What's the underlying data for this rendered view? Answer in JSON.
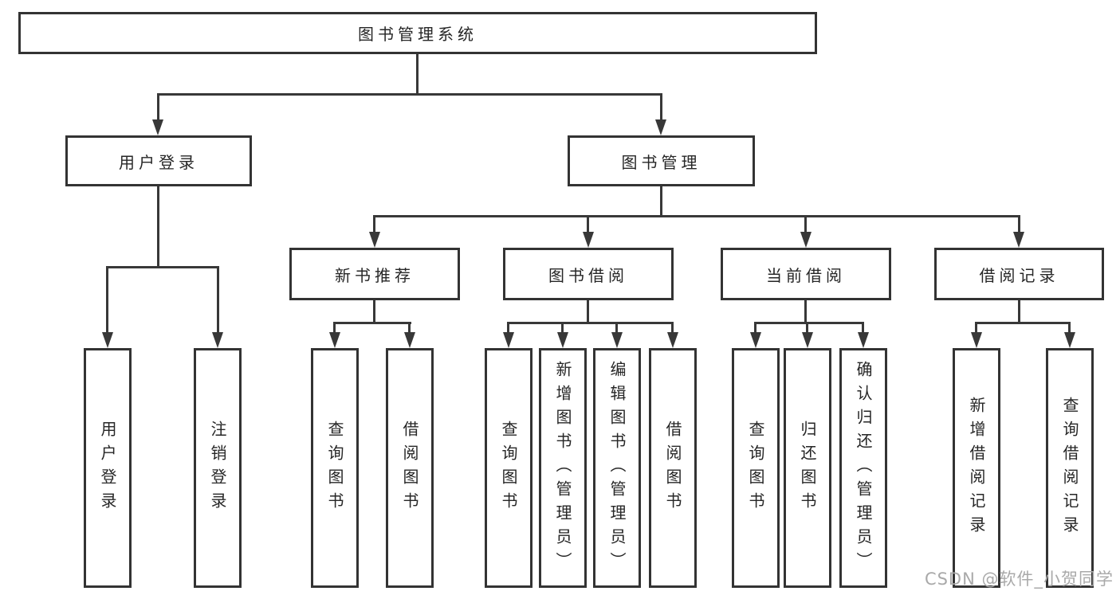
{
  "tree": {
    "root": "图书管理系统",
    "l2": [
      "用户登录",
      "图书管理"
    ],
    "l3": [
      "新书推荐",
      "图书借阅",
      "当前借阅",
      "借阅记录"
    ],
    "leaves": [
      "用户登录",
      "注销登录",
      "查询图书",
      "借阅图书",
      "查询图书",
      "新增图书（管理员）",
      "编辑图书（管理员）",
      "借阅图书",
      "查询图书",
      "归还图书",
      "确认归还（管理员）",
      "新增借阅记录",
      "查询借阅记录"
    ]
  },
  "watermark": "CSDN @软件_小贺同学",
  "colors": {
    "line": "#383838",
    "box_border": "#333333",
    "text": "#262626",
    "background": "#ffffff",
    "watermark": "#a9a9a9"
  }
}
